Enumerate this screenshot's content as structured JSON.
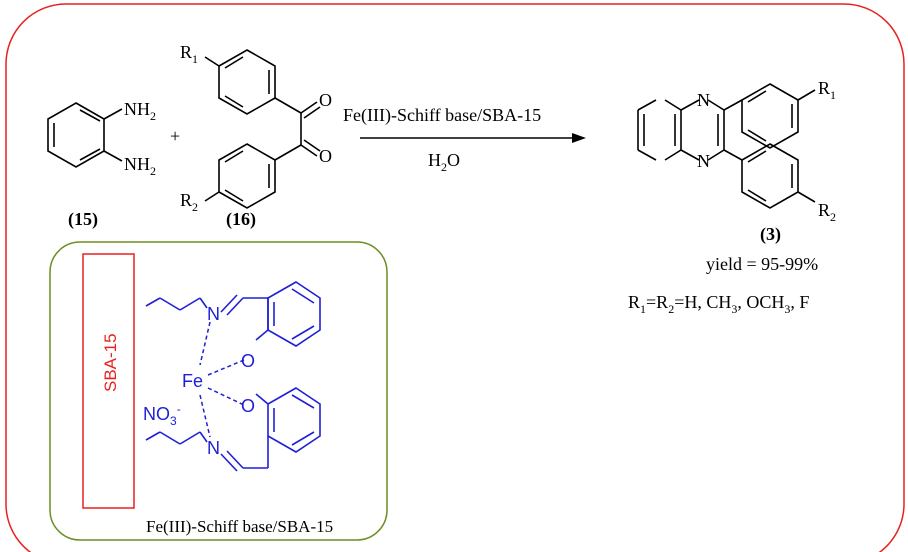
{
  "reactant_diamine": {
    "nh2_top_main": "NH",
    "nh2_top_sub": "2",
    "nh2_bottom_main": "NH",
    "nh2_bottom_sub": "2",
    "compound_number": "(15)"
  },
  "plus_sign": "+",
  "reactant_benzil": {
    "r1_main": "R",
    "r1_sub": "1",
    "r2_main": "R",
    "r2_sub": "2",
    "o_top": "O",
    "o_bottom": "O",
    "compound_number": "(16)"
  },
  "conditions": {
    "catalyst": "Fe(III)-Schiff base/SBA-15",
    "solvent_main": "H",
    "solvent_sub": "2",
    "solvent_end": "O"
  },
  "product": {
    "n_top": "N",
    "n_bottom": "N",
    "r1_main": "R",
    "r1_sub": "1",
    "r2_main": "R",
    "r2_sub": "2",
    "compound_number": "(3)",
    "yield_text": "yield = 95-99%"
  },
  "substituents": {
    "r1": "R",
    "r1_sub": "1",
    "eq1": "=R",
    "r2_sub": "2",
    "values_a": "=H, CH",
    "ch3_sub": "3",
    "values_b": ", OCH",
    "och3_sub": "3",
    "values_c": ", F"
  },
  "catalyst_box": {
    "support_label": "SBA-15",
    "n_top": "N",
    "n_bottom": "N",
    "o_top": "O",
    "o_bottom": "O",
    "metal": "Fe",
    "counter_ion_main": "NO",
    "counter_ion_sub": "3",
    "counter_ion_sup": "-",
    "caption": "Fe(III)-Schiff base/SBA-15"
  },
  "colors": {
    "outer_border": "#e8211f",
    "inner_border": "#6b8e23",
    "complex": "#1f1fd6",
    "support_box": "#e8211f",
    "text": "#000000"
  }
}
